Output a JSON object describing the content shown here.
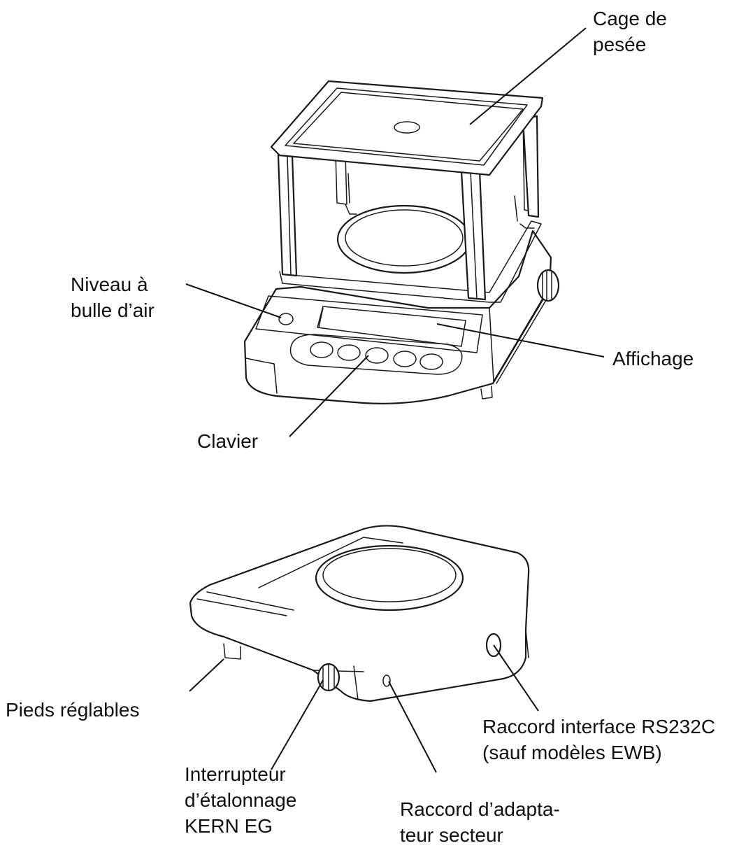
{
  "top_view": {
    "labels": {
      "weighing_cage": "Cage de\npesée",
      "bubble_level": "Niveau à\nbulle d’air",
      "display": "Affichage",
      "keyboard": "Clavier"
    }
  },
  "bottom_view": {
    "labels": {
      "feet": "Pieds réglables",
      "calibration_switch": "Interrupteur\nd’étalonnage\nKERN EG",
      "adapter_socket": "Raccord d’adapta-\nteur secteur",
      "interface": "Raccord interface RS232C\n(sauf modèles EWB)"
    }
  }
}
